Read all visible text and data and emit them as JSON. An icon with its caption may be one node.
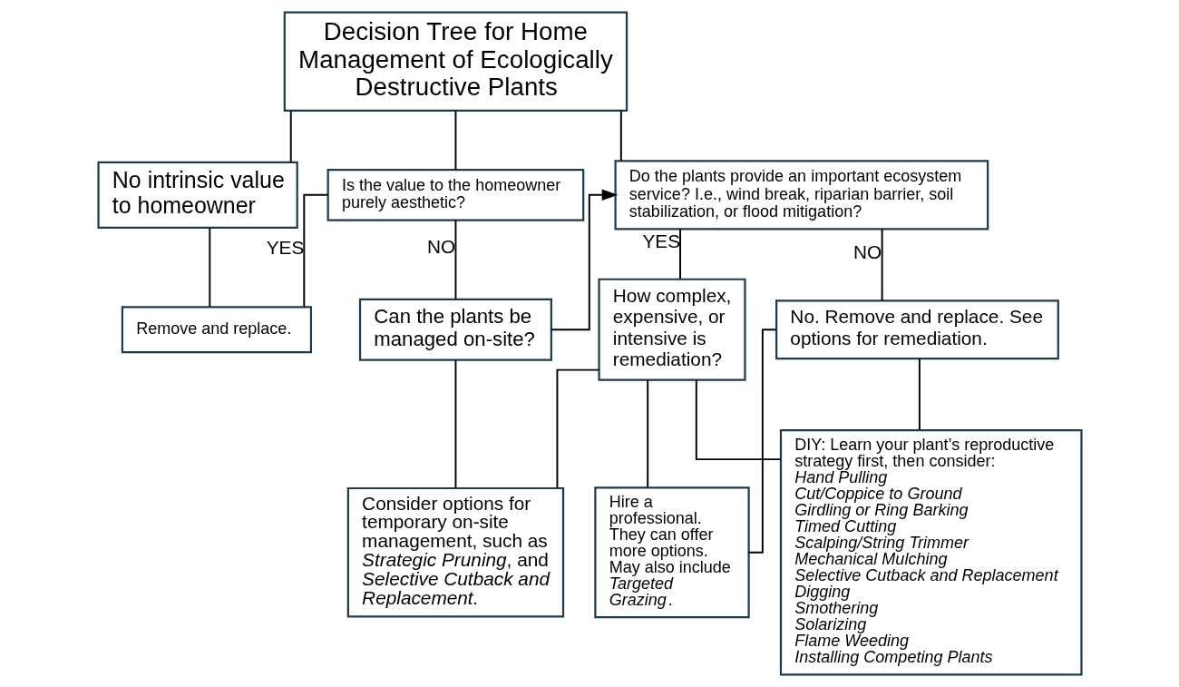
{
  "diagram": {
    "nodes": [
      {
        "text": [
          "Decision Tree for Home Management of Ecologically Destructive Plants"
        ]
      },
      {
        "text": [
          "No intrinsic value to homeowner"
        ]
      },
      {
        "text": [
          "Is the value to the homeowner purely aesthetic?"
        ]
      },
      {
        "text": [
          "Do the plants provide an important ecosystem service? I.e., wind break, riparian barrier, soil stabilization, or flood mitigation?"
        ]
      },
      {
        "text": [
          "Remove and replace."
        ]
      },
      {
        "text": [
          "Can the plants be managed on-site?"
        ]
      },
      {
        "text": [
          "How complex, expensive, or intensive is remediation?"
        ]
      },
      {
        "text": [
          "No. Remove and replace. See options for remediation."
        ]
      },
      {
        "text": [
          "Consider options for temporary on-site management, such as *Strategic Pruning*, and *Selective Cutback and Replacement*."
        ]
      },
      {
        "text": [
          "DIY: Learn your plant’s reproductive strategy first, then consider:",
          "*Hand Pulling*",
          "*Cut/Coppice to Ground*",
          "*Girdling or Ring Barking*",
          "*Timed Cutting*",
          "*Scalping/String Trimmer*",
          "*Mechanical Mulching*",
          "*Selective Cutback and Replacement*",
          "*Digging*",
          "*Smothering*",
          "*Solarizing*",
          "*Flame Weeding*",
          "*Installing Competing Plants*"
        ]
      },
      {
        "text": [
          "Hire a professional. They can offer more options. May also include *Targeted Grazing*."
        ]
      }
    ],
    "edges": [
      {
        "from": 0,
        "to": 1,
        "arrow": "none"
      },
      {
        "from": 0,
        "to": 2,
        "arrow": "none"
      },
      {
        "from": 0,
        "to": 3,
        "arrow": "none"
      },
      {
        "from": 1,
        "to": 4,
        "arrow": "none"
      },
      {
        "from": 2,
        "to": 4,
        "arrow": "none",
        "label": "YES"
      },
      {
        "from": 2,
        "to": 5,
        "arrow": "none",
        "label": "NO"
      },
      {
        "from": 5,
        "to": 3,
        "arrow": "to"
      },
      {
        "from": 3,
        "to": 6,
        "arrow": "none",
        "label": "YES"
      },
      {
        "from": 3,
        "to": 7,
        "arrow": "none",
        "label": "NO"
      },
      {
        "from": 5,
        "to": 8,
        "arrow": "none"
      },
      {
        "from": 6,
        "to": 8,
        "arrow": "none"
      },
      {
        "from": 6,
        "to": 9,
        "arrow": "none"
      },
      {
        "from": 6,
        "to": 10,
        "arrow": "none"
      },
      {
        "from": 7,
        "to": 10,
        "arrow": "none"
      },
      {
        "from": 7,
        "to": 9,
        "arrow": "none"
      }
    ]
  }
}
